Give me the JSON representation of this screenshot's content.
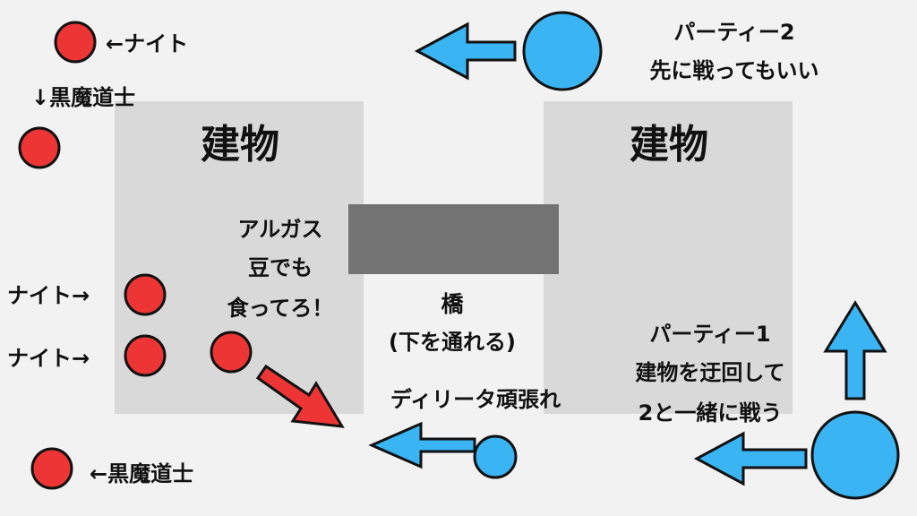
{
  "colors": {
    "background": "#f2f2f2",
    "building": "#d9d9d9",
    "bridge": "#737373",
    "enemy": "#ee3535",
    "party": "#3ab4f2",
    "outline": "#111111"
  },
  "buildings": {
    "left_label": "建物",
    "right_label": "建物"
  },
  "bridge": {
    "label": "橋",
    "sublabel": "(下を通れる)"
  },
  "enemies": {
    "knight_top": "←ナイト",
    "black_mage_top": "↓黒魔道士",
    "knight_mid1": "ナイト→",
    "knight_mid2": "ナイト→",
    "black_mage_bottom": "←黒魔道士"
  },
  "algus": {
    "line1": "アルガス",
    "line2": "豆でも",
    "line3": "食ってろ！"
  },
  "party2": {
    "line1": "パーティー2",
    "line2": "先に戦ってもいい"
  },
  "party1": {
    "line1": "パーティー1",
    "line2": "建物を迂回して",
    "line3": "2と一緒に戦う"
  },
  "delita": {
    "label": "ディリータ頑張れ"
  }
}
